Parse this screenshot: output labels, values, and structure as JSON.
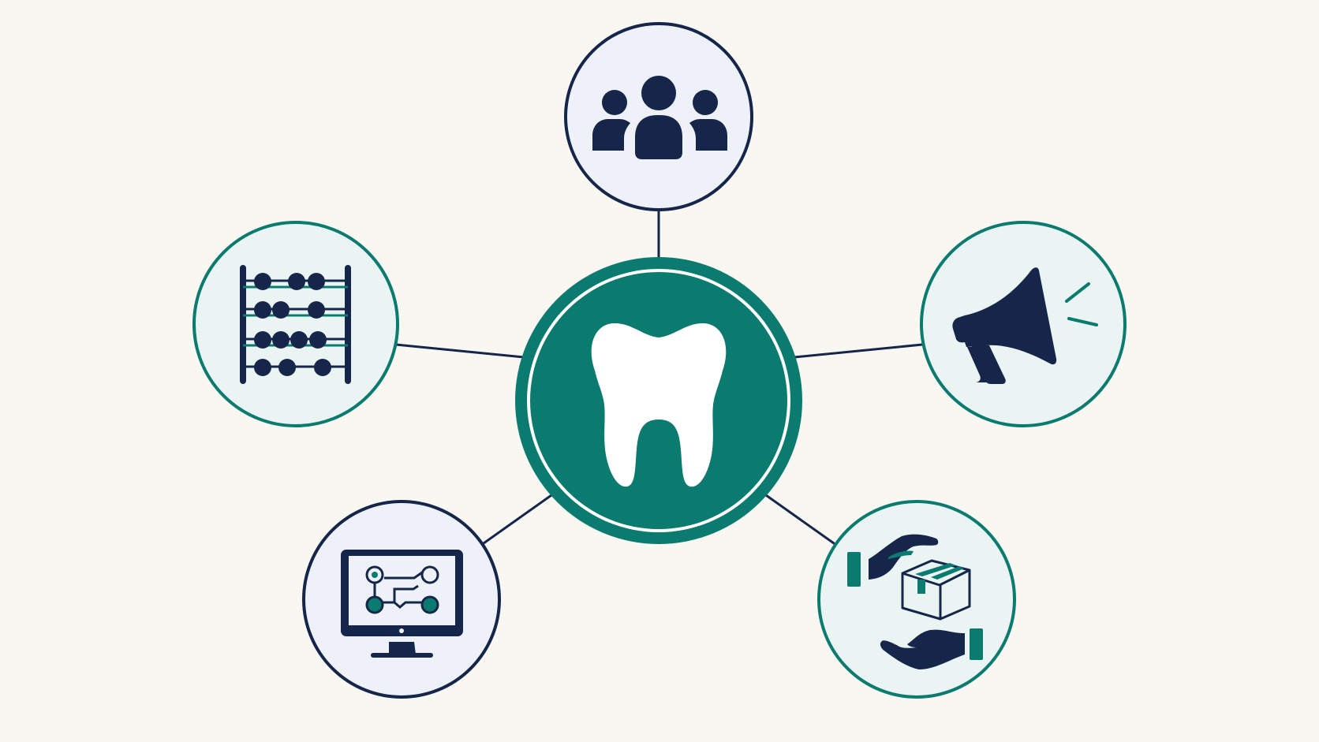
{
  "diagram": {
    "center": {
      "icon": "tooth-icon"
    },
    "nodes": [
      {
        "id": "team",
        "icon": "people-group-icon"
      },
      {
        "id": "accounting",
        "icon": "abacus-icon"
      },
      {
        "id": "marketing",
        "icon": "megaphone-icon"
      },
      {
        "id": "systems",
        "icon": "computer-workflow-icon"
      },
      {
        "id": "supply",
        "icon": "hands-package-icon"
      }
    ]
  },
  "colors": {
    "background": "#f8f7f2",
    "navy": "#15264a",
    "teal": "#0b7a6f",
    "navy_node_fill": "#eef1f8",
    "teal_node_fill": "#eaf4f2",
    "tooth": "#ffffff"
  }
}
